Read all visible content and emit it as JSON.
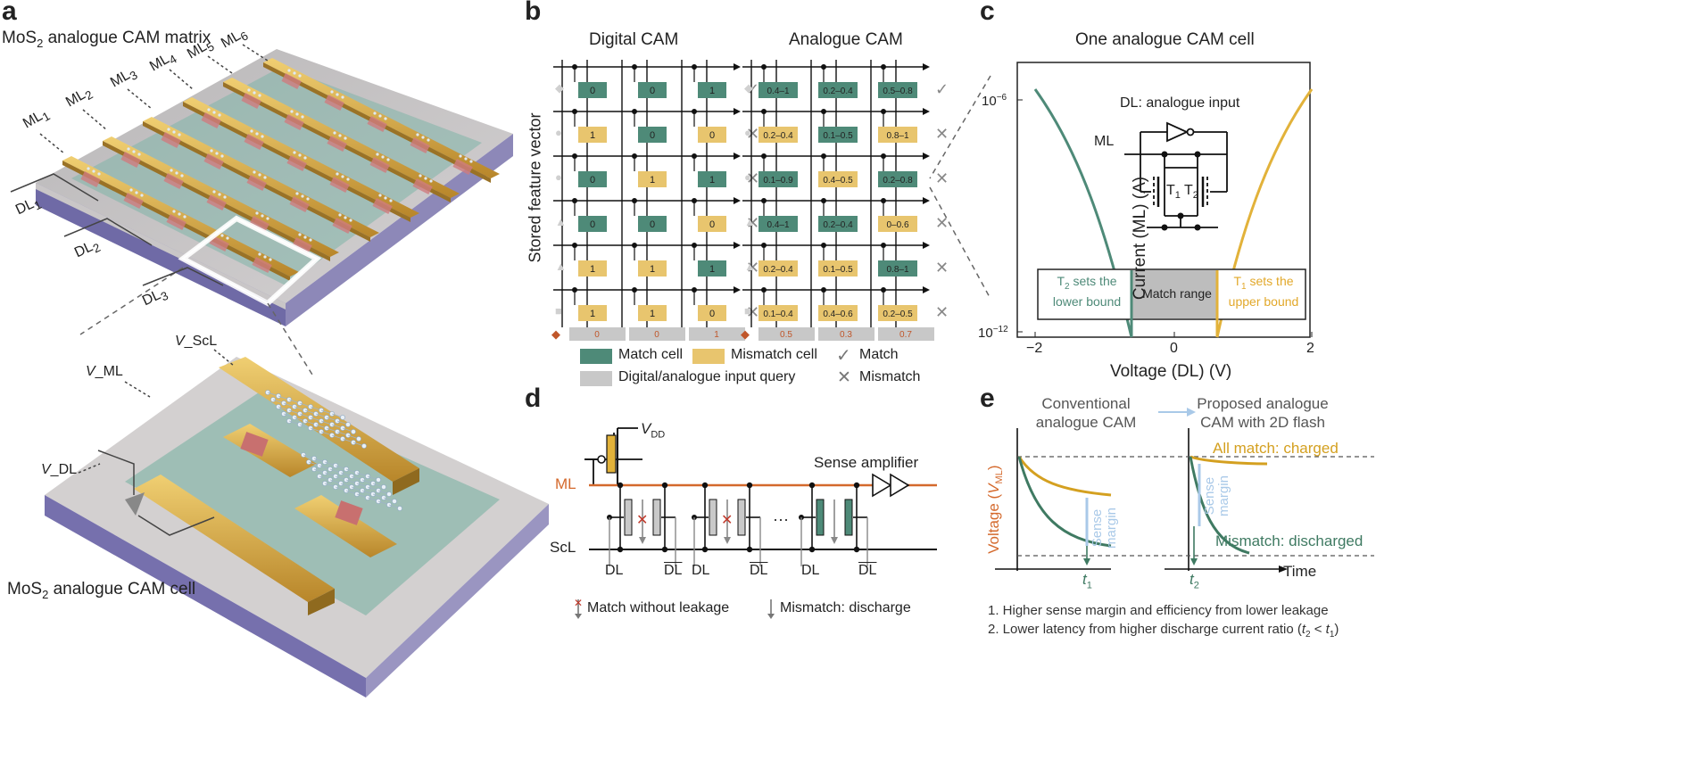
{
  "panels": {
    "a": {
      "letter": "a",
      "title_main": "MoS",
      "title_sub": "2",
      "title_rest": " analogue CAM matrix",
      "ml_main": "ML",
      "ml_labels": [
        "1",
        "2",
        "3",
        "4",
        "5",
        "6"
      ],
      "dl_main": "DL",
      "dl_labels": [
        "1",
        "2",
        "3"
      ],
      "v_ml_italic": "V",
      "v_ml_rest": "_ML",
      "v_scl_italic": "V",
      "v_scl_rest": "_ScL",
      "v_dl_italic": "V",
      "v_dl_rest": "_DL",
      "cell_main": "MoS",
      "cell_sub": "2",
      "cell_rest": " analogue CAM cell"
    },
    "b": {
      "letter": "b",
      "digital_title": "Digital CAM",
      "analogue_title": "Analogue CAM",
      "ylabel": "Stored feature vector",
      "digital_rows": [
        {
          "cells": [
            "0",
            "0",
            "1"
          ],
          "states": [
            "match",
            "match",
            "match"
          ],
          "result": "match"
        },
        {
          "cells": [
            "1",
            "0",
            "0"
          ],
          "states": [
            "mismatch",
            "match",
            "mismatch"
          ],
          "result": "mismatch"
        },
        {
          "cells": [
            "0",
            "1",
            "1"
          ],
          "states": [
            "match",
            "mismatch",
            "match"
          ],
          "result": "mismatch"
        },
        {
          "cells": [
            "0",
            "0",
            "0"
          ],
          "states": [
            "match",
            "match",
            "mismatch"
          ],
          "result": "mismatch"
        },
        {
          "cells": [
            "1",
            "1",
            "1"
          ],
          "states": [
            "mismatch",
            "mismatch",
            "match"
          ],
          "result": "mismatch"
        },
        {
          "cells": [
            "1",
            "1",
            "0"
          ],
          "states": [
            "mismatch",
            "mismatch",
            "mismatch"
          ],
          "result": "mismatch"
        }
      ],
      "digital_query": [
        "0",
        "0",
        "1"
      ],
      "analogue_rows": [
        {
          "cells": [
            "0.4–1",
            "0.2–0.4",
            "0.5–0.8"
          ],
          "states": [
            "match",
            "match",
            "match"
          ],
          "result": "match"
        },
        {
          "cells": [
            "0.2–0.4",
            "0.1–0.5",
            "0.8–1"
          ],
          "states": [
            "mismatch",
            "match",
            "mismatch"
          ],
          "result": "mismatch"
        },
        {
          "cells": [
            "0.1–0.9",
            "0.4–0.5",
            "0.2–0.8"
          ],
          "states": [
            "match",
            "mismatch",
            "match"
          ],
          "result": "mismatch"
        },
        {
          "cells": [
            "0.4–1",
            "0.2–0.4",
            "0–0.6"
          ],
          "states": [
            "match",
            "match",
            "mismatch"
          ],
          "result": "mismatch"
        },
        {
          "cells": [
            "0.2–0.4",
            "0.1–0.5",
            "0.8–1"
          ],
          "states": [
            "mismatch",
            "mismatch",
            "match"
          ],
          "result": "mismatch"
        },
        {
          "cells": [
            "0.1–0.4",
            "0.4–0.6",
            "0.2–0.5"
          ],
          "states": [
            "mismatch",
            "mismatch",
            "mismatch"
          ],
          "result": "mismatch"
        }
      ],
      "analogue_query": [
        "0.5",
        "0.3",
        "0.7"
      ],
      "legend": {
        "match_cell": "Match cell",
        "mismatch_cell": "Mismatch cell",
        "match": "Match",
        "query": "Digital/analogue input query",
        "mismatch": "Mismatch"
      },
      "colors": {
        "match": "#4e8a78",
        "mismatch": "#e8c56e",
        "query": "#c8c8c8",
        "query_text": "#c0562a",
        "marker": "#d0d0d0",
        "query_marker": "#c0562a"
      }
    },
    "c": {
      "letter": "c",
      "title": "One analogue CAM cell",
      "ylabel": "Current (ML) (A)",
      "xlabel": "Voltage (DL) (V)",
      "y_top_base": "10",
      "y_top_exp": "−6",
      "y_bot_base": "10",
      "y_bot_exp": "−12",
      "xticks": [
        "−2",
        "0",
        "2"
      ],
      "inset_dl": "DL: analogue input",
      "inset_ml": "ML",
      "t1": "T",
      "t1_sub": "1",
      "t2": "T",
      "t2_sub": "2",
      "box_left_line1_main": "T",
      "box_left_line1_sub": "2",
      "box_left_line1_rest": " sets the",
      "box_left_line2": "lower bound",
      "box_mid": "Match range",
      "box_right_line1_main": "T",
      "box_right_line1_sub": "1",
      "box_right_line1_rest": " sets the",
      "box_right_line2": "upper bound",
      "colors": {
        "t2": "#4e8a78",
        "t1": "#e2b23a"
      }
    },
    "d": {
      "letter": "d",
      "vdd_main": "V",
      "vdd_sub": "DD",
      "ml": "ML",
      "scl": "ScL",
      "sense_amp": "Sense amplifier",
      "dl": "DL",
      "dl_bar": "DL",
      "ellipsis": "···",
      "legend_match": "Match without leakage",
      "legend_mismatch": "Mismatch: discharge",
      "colors": {
        "ml": "#d4692c"
      }
    },
    "e": {
      "letter": "e",
      "left_title_1": "Conventional",
      "left_title_2": "analogue CAM",
      "right_title_1": "Proposed analogue",
      "right_title_2": "CAM with 2D flash",
      "ylabel_main": "Voltage (",
      "ylabel_v": "V",
      "ylabel_sub": "ML",
      "ylabel_end": ")",
      "xlabel": "Time",
      "sense_margin_1": "Sense",
      "sense_margin_2": "margin",
      "all_match": "All match: charged",
      "mismatch": "Mismatch: discharged",
      "t1_main": "t",
      "t1_sub": "1",
      "t2_main": "t",
      "t2_sub": "2",
      "note_1": "1. Higher sense margin and efficiency from lower leakage",
      "note_2_main": "2. Lower latency from higher discharge current ratio (",
      "note_2_t2": "t",
      "note_2_t2_sub": "2",
      "note_2_lt": " < ",
      "note_2_t1": "t",
      "note_2_t1_sub": "1",
      "note_2_end": ")",
      "colors": {
        "match": "#d4a020",
        "mismatch": "#3f7a62",
        "margin": "#a9c9e8",
        "ylabel": "#d4692c"
      }
    }
  }
}
